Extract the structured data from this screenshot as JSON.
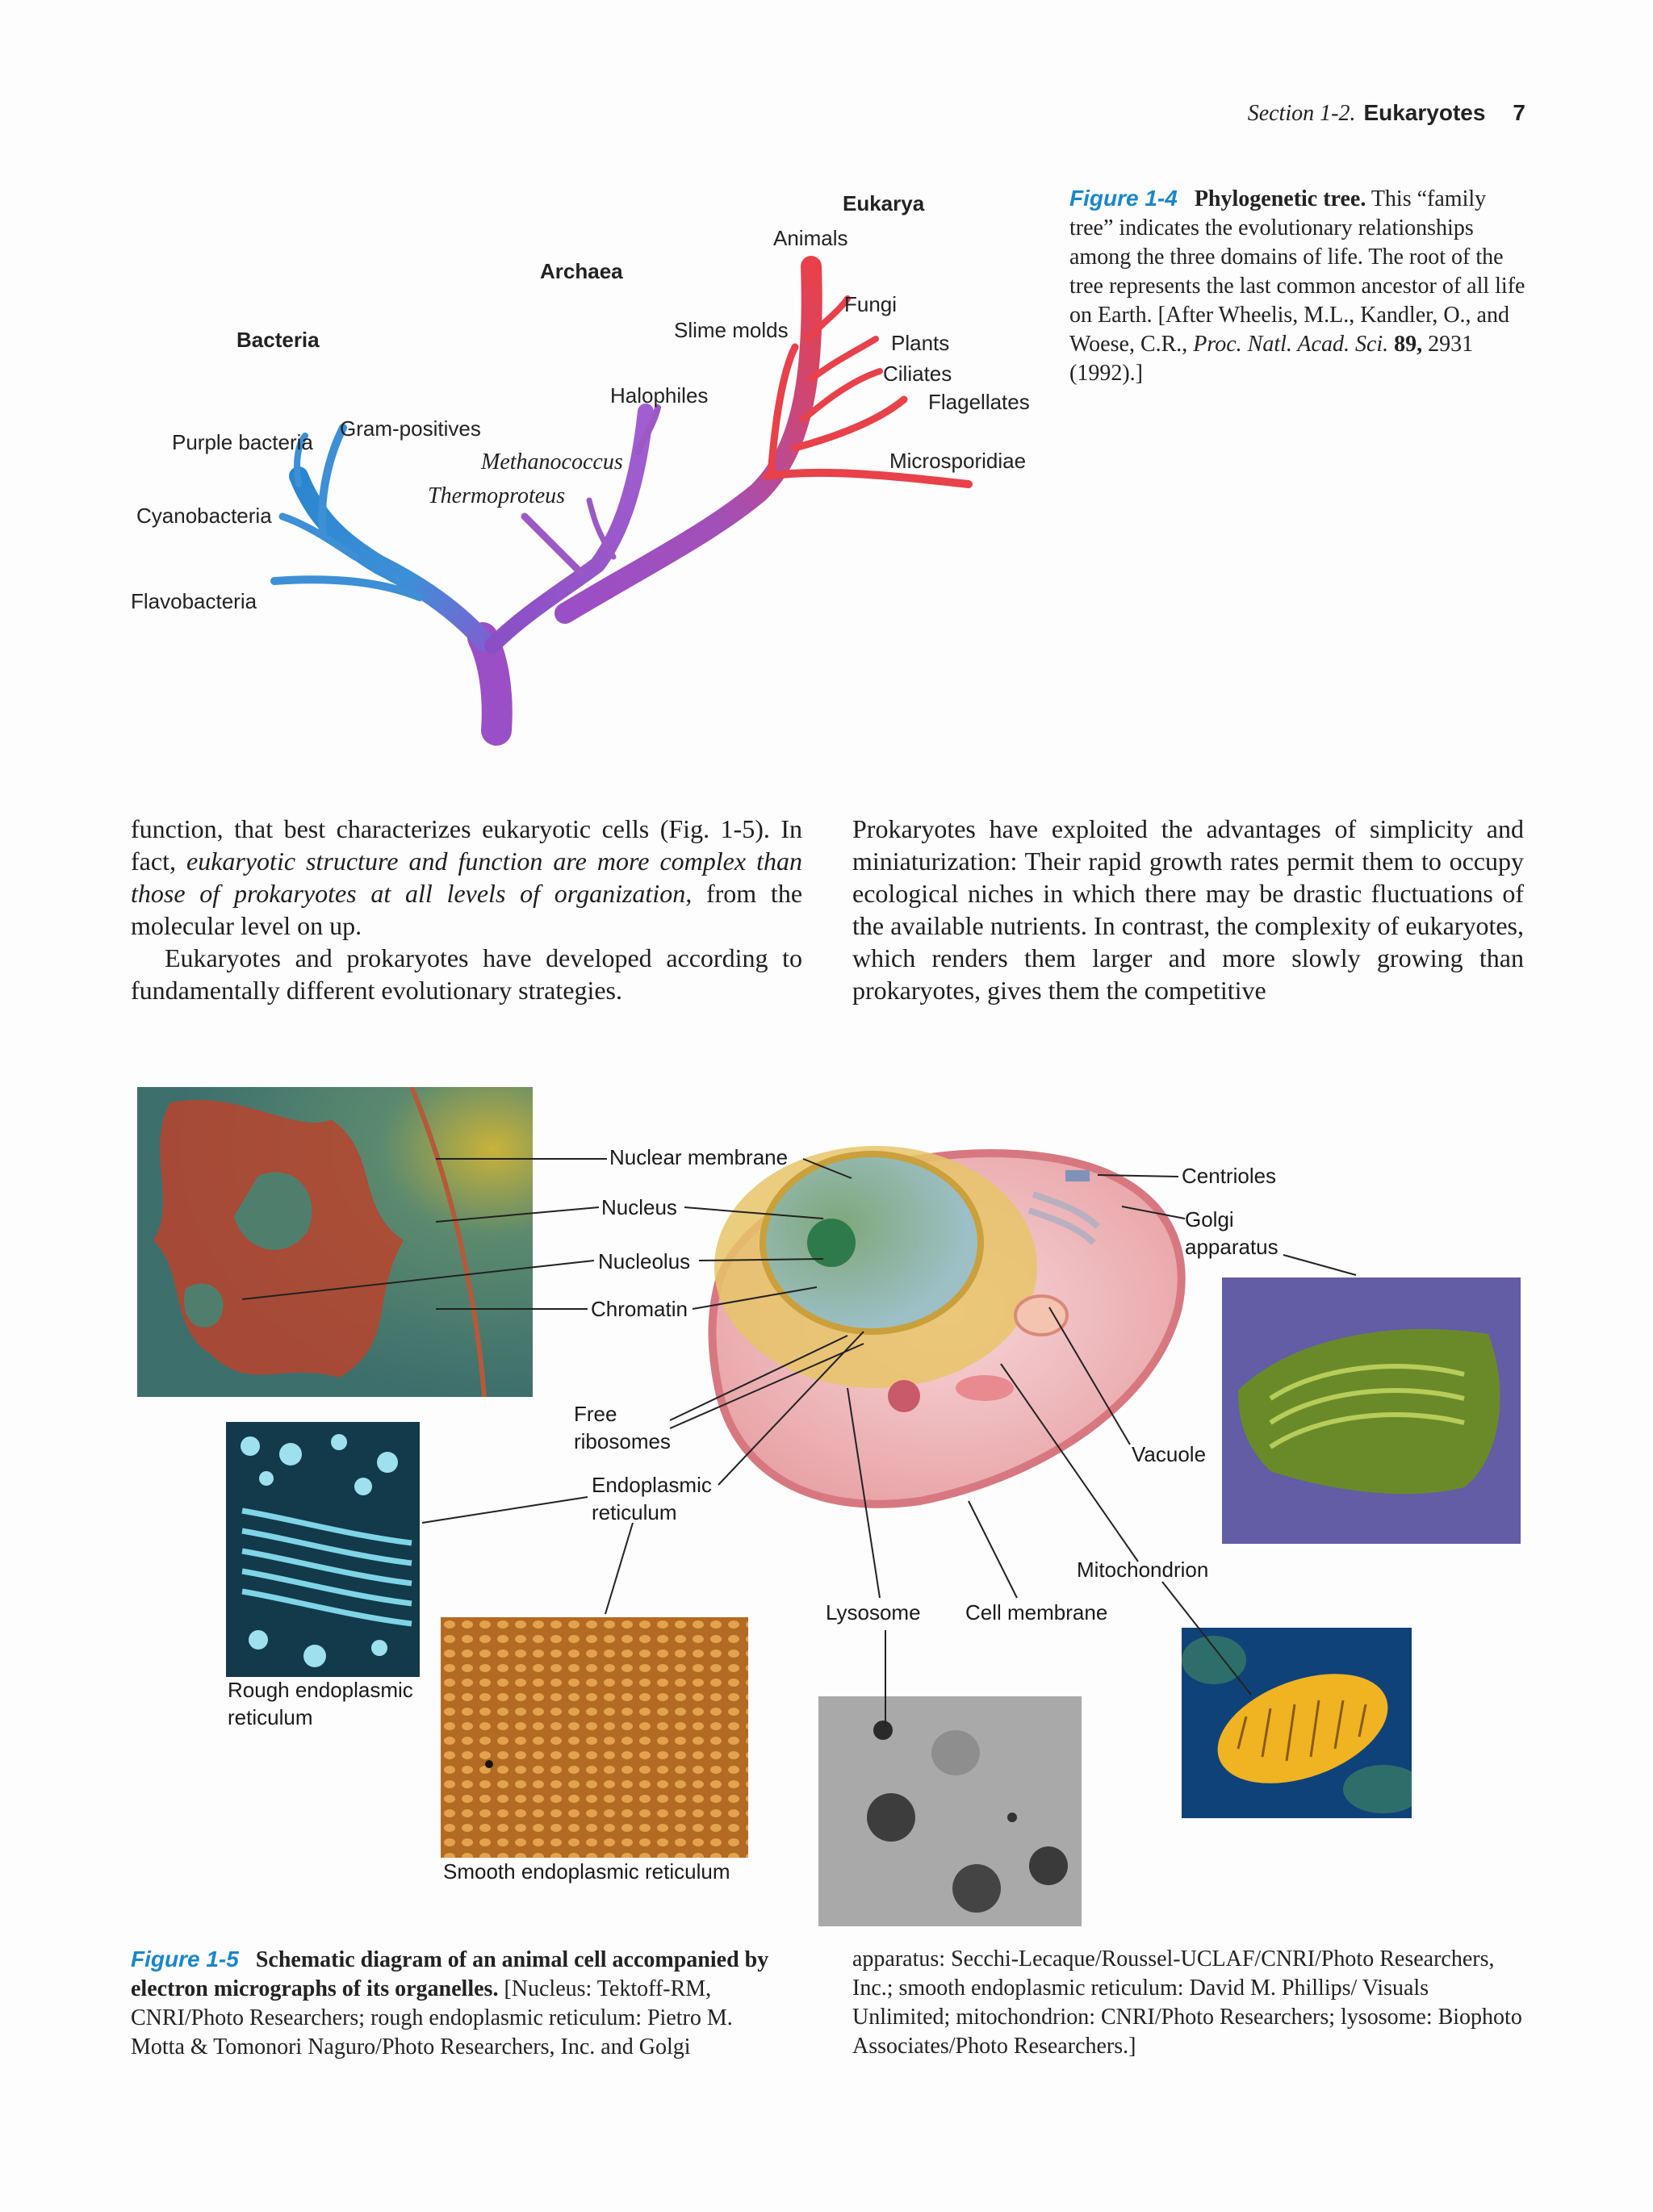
{
  "header": {
    "section": "Section 1-2.",
    "title": "Eukaryotes",
    "page_number": "7"
  },
  "figure_1_4": {
    "domains": {
      "bacteria": "Bacteria",
      "archaea": "Archaea",
      "eukarya": "Eukarya"
    },
    "leaves": {
      "purple_bacteria": "Purple bacteria",
      "gram_positives": "Gram-positives",
      "cyanobacteria": "Cyanobacteria",
      "flavobacteria": "Flavobacteria",
      "halophiles": "Halophiles",
      "methanococcus": "Methanococcus",
      "thermoproteus": "Thermoproteus",
      "slime_molds": "Slime molds",
      "animals": "Animals",
      "fungi": "Fungi",
      "plants": "Plants",
      "ciliates": "Ciliates",
      "flagellates": "Flagellates",
      "microsporidiae": "Microsporidiae"
    },
    "colors": {
      "bacteria": "#3d8fd6",
      "archaea": "#9b59c4",
      "eukarya": "#e8414a"
    },
    "caption": {
      "label": "Figure 1-4",
      "title": "Phylogenetic tree.",
      "text_1": "This “family tree” indicates the evolutionary relationships among the three domains of life. The root of the tree represents the last common ancestor of all life on Earth. [After Wheelis, M.L., Kandler, O., and Woese, C.R.,",
      "journal": "Proc. Natl. Acad. Sci.",
      "volume": "89,",
      "text_2": "2931 (1992).]"
    }
  },
  "body_text": {
    "left_p1_a": "function, that best characterizes eukaryotic cells (Fig. 1-5). In fact,",
    "left_p1_italic": "eukaryotic structure and function are more complex than those of prokaryotes at all levels of organization,",
    "left_p1_b": "from the molecular level on up.",
    "left_p2": "Eukaryotes and prokaryotes have developed according to fundamentally different evolutionary strategies.",
    "right_p1": "Prokaryotes have exploited the advantages of simplicity and miniaturization: Their rapid growth rates permit them to occupy ecological niches in which there may be drastic fluctuations of the available nutrients. In contrast, the complexity of eukaryotes, which renders them larger and more slowly growing than prokaryotes, gives them the competitive"
  },
  "figure_1_5": {
    "labels": {
      "nuclear_membrane": "Nuclear membrane",
      "nucleus": "Nucleus",
      "nucleolus": "Nucleolus",
      "chromatin": "Chromatin",
      "free_ribosomes_1": "Free",
      "free_ribosomes_2": "ribosomes",
      "er_1": "Endoplasmic",
      "er_2": "reticulum",
      "centrioles": "Centrioles",
      "golgi_1": "Golgi",
      "golgi_2": "apparatus",
      "vacuole": "Vacuole",
      "mitochondrion": "Mitochondrion",
      "lysosome": "Lysosome",
      "cell_membrane": "Cell membrane",
      "rough_er_1": "Rough endoplasmic",
      "rough_er_2": "reticulum",
      "smooth_er": "Smooth endoplasmic reticulum"
    },
    "caption": {
      "label": "Figure 1-5",
      "title": "Schematic diagram of an animal cell accompanied by electron micrographs of its organelles.",
      "text_left": "[Nucleus: Tektoff-RM, CNRI/Photo Researchers; rough endoplasmic reticulum: Pietro M. Motta & Tomonori Naguro/Photo Researchers, Inc. and Golgi",
      "text_right": "apparatus: Secchi-Lecaque/Roussel-UCLAF/CNRI/Photo Researchers, Inc.; smooth endoplasmic reticulum: David M. Phillips/ Visuals Unlimited; mitochondrion: CNRI/Photo Researchers; lysosome: Biophoto Associates/Photo Researchers.]"
    }
  }
}
